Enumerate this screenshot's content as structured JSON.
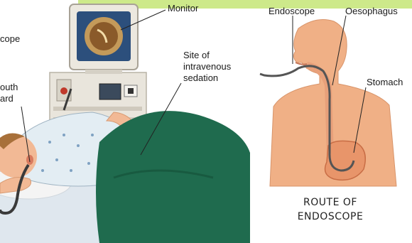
{
  "labels": {
    "monitor": "Monitor",
    "endoscope_left": "cope",
    "mouth_guard": "outh\nard",
    "sedation": "Site of\nintravenous\nsedation",
    "endoscope_right": "Endoscope",
    "oesophagus": "Oesophagus",
    "stomach": "Stomach"
  },
  "caption": "ROUTE OF\nENDOSCOPE",
  "colors": {
    "banner": "#cde98a",
    "skin": "#f0b086",
    "sheet": "#1f6b4e",
    "gown": "#e4eef4",
    "equipment": "#e6e1d6",
    "screen": "#3d6aa0",
    "scope_tube": "#3a3a3a",
    "stomach": "#e8956a"
  }
}
